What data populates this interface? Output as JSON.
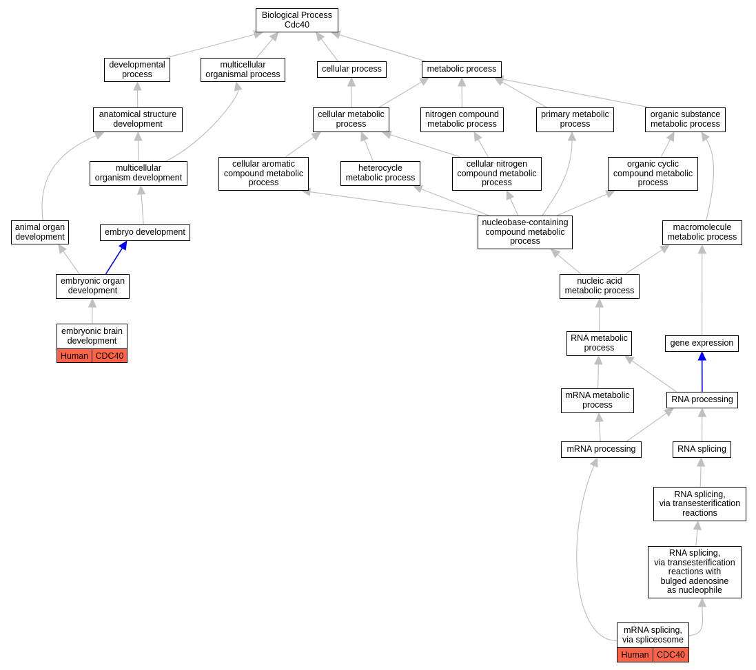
{
  "colors": {
    "edge": "#c0c0c0",
    "highlight_edge": "#0000ff",
    "annotation_fill": "#ff6347",
    "node_border": "#000000"
  },
  "nodes": {
    "bp": [
      "Biological Process",
      "Cdc40"
    ],
    "dev_proc": [
      "developmental",
      "process"
    ],
    "mc_org_proc": [
      "multicellular",
      "organismal process"
    ],
    "cell_proc": [
      "cellular process"
    ],
    "met_proc": [
      "metabolic process"
    ],
    "anat_dev": [
      "anatomical structure",
      "development"
    ],
    "cell_met": [
      "cellular metabolic",
      "process"
    ],
    "nitro_met": [
      "nitrogen compound",
      "metabolic process"
    ],
    "prim_met": [
      "primary metabolic",
      "process"
    ],
    "org_sub": [
      "organic substance",
      "metabolic process"
    ],
    "mc_org_dev": [
      "multicellular",
      "organism development"
    ],
    "cell_arom": [
      "cellular aromatic",
      "compound metabolic",
      "process"
    ],
    "hetero": [
      "heterocycle",
      "metabolic process"
    ],
    "cell_nitro": [
      "cellular nitrogen",
      "compound metabolic",
      "process"
    ],
    "org_cyc": [
      "organic cyclic",
      "compound metabolic",
      "process"
    ],
    "animal_organ": [
      "animal organ",
      "development"
    ],
    "embryo_dev": [
      "embryo development"
    ],
    "nucleobase": [
      "nucleobase-containing",
      "compound metabolic",
      "process"
    ],
    "macromol": [
      "macromolecule",
      "metabolic process"
    ],
    "embr_organ": [
      "embryonic organ",
      "development"
    ],
    "nucleic": [
      "nucleic acid",
      "metabolic process"
    ],
    "embr_brain": [
      "embryonic brain",
      "development"
    ],
    "rna_met": [
      "RNA metabolic",
      "process"
    ],
    "gene_expr": [
      "gene expression"
    ],
    "mrna_met": [
      "mRNA metabolic",
      "process"
    ],
    "rna_proc": [
      "RNA processing"
    ],
    "mrna_proc": [
      "mRNA processing"
    ],
    "rna_splic": [
      "RNA splicing"
    ],
    "rna_splic_trans": [
      "RNA splicing,",
      "via transesterification",
      "reactions"
    ],
    "rna_splic_bulged": [
      "RNA splicing,",
      "via transesterification",
      "reactions with",
      "bulged adenosine",
      "as nucleophile"
    ],
    "mrna_splic": [
      "mRNA splicing,",
      "via spliceosome"
    ]
  },
  "annotations": {
    "embr_brain": [
      "Human",
      "CDC40"
    ],
    "mrna_splic": [
      "Human",
      "CDC40"
    ]
  },
  "edges": [
    {
      "from": "dev_proc",
      "to": "bp"
    },
    {
      "from": "mc_org_proc",
      "to": "bp"
    },
    {
      "from": "cell_proc",
      "to": "bp"
    },
    {
      "from": "met_proc",
      "to": "bp"
    },
    {
      "from": "anat_dev",
      "to": "dev_proc"
    },
    {
      "from": "cell_met",
      "to": "cell_proc"
    },
    {
      "from": "cell_met",
      "to": "met_proc"
    },
    {
      "from": "nitro_met",
      "to": "met_proc"
    },
    {
      "from": "prim_met",
      "to": "met_proc"
    },
    {
      "from": "org_sub",
      "to": "met_proc"
    },
    {
      "from": "mc_org_dev",
      "to": "anat_dev"
    },
    {
      "from": "mc_org_dev",
      "to": "mc_org_proc"
    },
    {
      "from": "cell_arom",
      "to": "cell_met"
    },
    {
      "from": "hetero",
      "to": "cell_met"
    },
    {
      "from": "cell_nitro",
      "to": "cell_met"
    },
    {
      "from": "cell_nitro",
      "to": "nitro_met"
    },
    {
      "from": "org_cyc",
      "to": "org_sub"
    },
    {
      "from": "animal_organ",
      "to": "anat_dev"
    },
    {
      "from": "embryo_dev",
      "to": "mc_org_dev"
    },
    {
      "from": "nucleobase",
      "to": "cell_arom"
    },
    {
      "from": "nucleobase",
      "to": "hetero"
    },
    {
      "from": "nucleobase",
      "to": "cell_nitro"
    },
    {
      "from": "nucleobase",
      "to": "prim_met"
    },
    {
      "from": "nucleobase",
      "to": "org_cyc"
    },
    {
      "from": "macromol",
      "to": "org_sub"
    },
    {
      "from": "embr_organ",
      "to": "animal_organ"
    },
    {
      "from": "embr_organ",
      "to": "embryo_dev",
      "highlight": true
    },
    {
      "from": "nucleic",
      "to": "nucleobase"
    },
    {
      "from": "nucleic",
      "to": "macromol"
    },
    {
      "from": "embr_brain",
      "to": "embr_organ"
    },
    {
      "from": "rna_met",
      "to": "nucleic"
    },
    {
      "from": "gene_expr",
      "to": "macromol"
    },
    {
      "from": "mrna_met",
      "to": "rna_met"
    },
    {
      "from": "rna_proc",
      "to": "rna_met"
    },
    {
      "from": "rna_proc",
      "to": "gene_expr",
      "highlight": true
    },
    {
      "from": "mrna_proc",
      "to": "mrna_met"
    },
    {
      "from": "mrna_proc",
      "to": "rna_proc"
    },
    {
      "from": "rna_splic",
      "to": "rna_proc"
    },
    {
      "from": "rna_splic_trans",
      "to": "rna_splic"
    },
    {
      "from": "rna_splic_bulged",
      "to": "rna_splic_trans"
    },
    {
      "from": "mrna_splic",
      "to": "mrna_proc"
    },
    {
      "from": "mrna_splic",
      "to": "rna_splic_bulged"
    }
  ]
}
